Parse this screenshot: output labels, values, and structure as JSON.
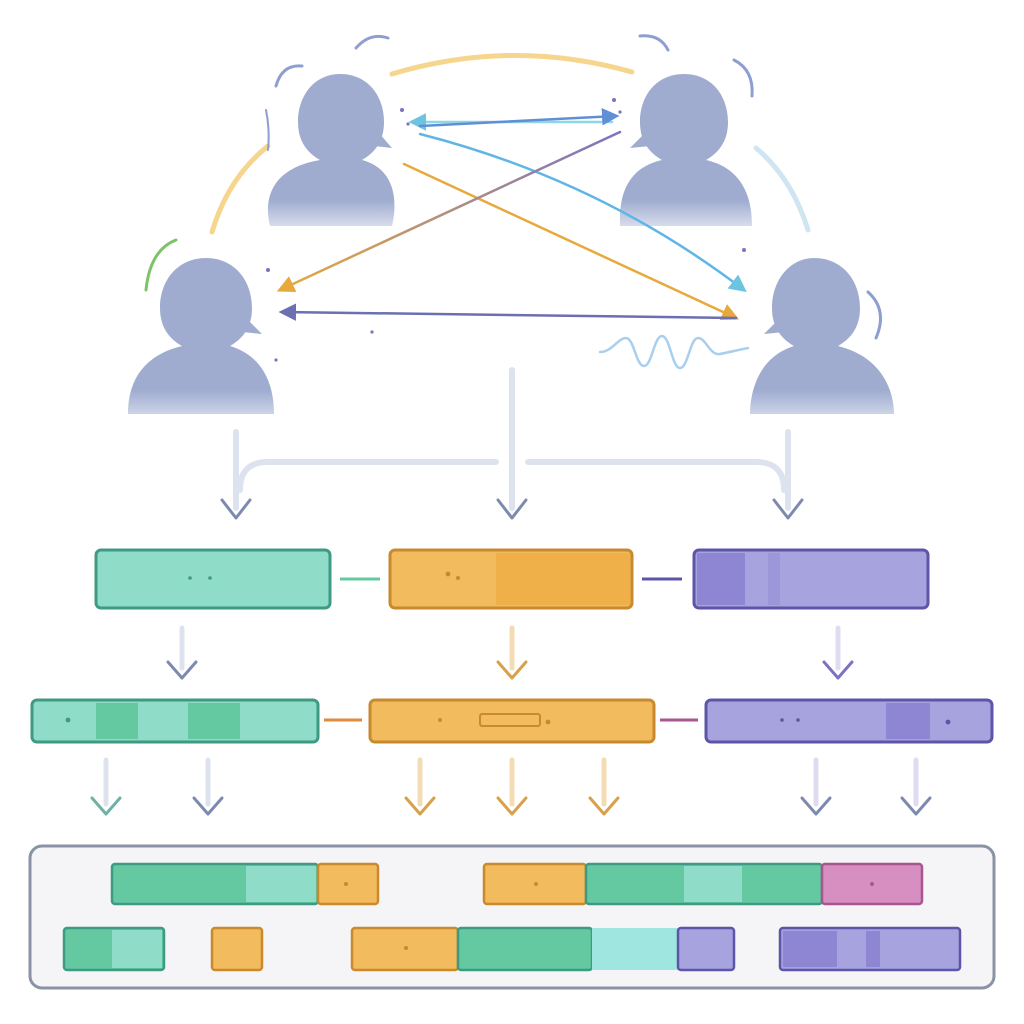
{
  "palette": {
    "person": "#9facd0",
    "teal_fill": "#8fdcc8",
    "teal_dark": "#64c8a0",
    "teal_stroke": "#3f9a83",
    "orange_fill": "#f2bb5e",
    "orange_stroke": "#c88a2c",
    "purple_fill": "#a6a3de",
    "purple_dark": "#8e86d2",
    "purple_stroke": "#5d55a8",
    "pink_fill": "#d68fc0",
    "pink_stroke": "#a8578e",
    "cyan_fill": "#9ee6df",
    "connector": "#dde3ee",
    "panel_fill": "#f5f5f7",
    "panel_stroke": "#8a92a6"
  },
  "diagram": {
    "participants": [
      {
        "id": "participant-1",
        "icon": "person-icon"
      },
      {
        "id": "participant-2",
        "icon": "person-icon"
      },
      {
        "id": "participant-3",
        "icon": "person-icon"
      },
      {
        "id": "participant-4",
        "icon": "person-icon"
      }
    ],
    "interactions": [
      {
        "from": "participant-2",
        "to": "participant-1",
        "color": "#8fd6e6"
      },
      {
        "from": "participant-1",
        "to": "participant-2",
        "color": "#5f8fd6"
      },
      {
        "from": "participant-1",
        "to": "participant-4",
        "color": "#5fb6e6"
      },
      {
        "from": "participant-1",
        "to": "participant-4",
        "color": "#e8a93c"
      },
      {
        "from": "participant-2",
        "to": "participant-3",
        "color": "#7b73c2"
      },
      {
        "from": "participant-4",
        "to": "participant-3",
        "color": "#6c6fb0"
      }
    ],
    "stages": [
      {
        "id": "top-blocks",
        "count": 3,
        "colors": [
          "teal",
          "orange",
          "purple"
        ]
      },
      {
        "id": "middle-blocks",
        "count": 3,
        "colors": [
          "teal",
          "orange",
          "purple"
        ]
      },
      {
        "id": "timeline",
        "rows": 2
      }
    ]
  }
}
